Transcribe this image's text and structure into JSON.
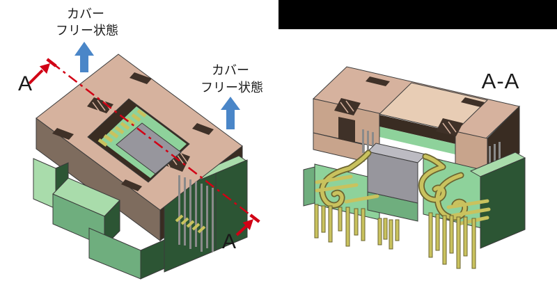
{
  "annotations": {
    "cover_free_label_left": {
      "line1": "カバー",
      "line2": "フリー状態"
    },
    "cover_free_label_right": {
      "line1": "カバー",
      "line2": "フリー状態"
    },
    "section_marker_top": "A",
    "section_marker_bottom": "A",
    "section_view_title": "A-A"
  },
  "icons": {
    "up_arrow_left": "up-arrow-icon",
    "up_arrow_right": "up-arrow-icon",
    "section_arrow_top": "section-arrow-icon",
    "section_arrow_bottom": "section-arrow-icon"
  },
  "colors": {
    "background": "#ffffff",
    "top_bar_black": "#000000",
    "label_text": "#1a1a1a",
    "annotation_red": "#d10015",
    "arrow_blue": "#4a86c8",
    "outline": "#3a3a3a",
    "cover_tan_top": "#d6b29e",
    "cover_tan_face": "#c8a48c",
    "cover_tan_cut": "#e8cdb5",
    "cover_brown_mid": "#7e6c5e",
    "cover_brown_dark": "#392c22",
    "slot_dark": "#3f3128",
    "base_green_light": "#a9dcab",
    "base_green_cut": "#8ed29b",
    "base_green_mid": "#6fae7e",
    "base_green_dark": "#2c5534",
    "contact_gold": "#c9c25e",
    "contact_gold_dark": "#6b6430",
    "chip_gray": "#97969d",
    "chip_gray_light": "#bcbbc2",
    "pin_gray": "#8a8a8a"
  }
}
